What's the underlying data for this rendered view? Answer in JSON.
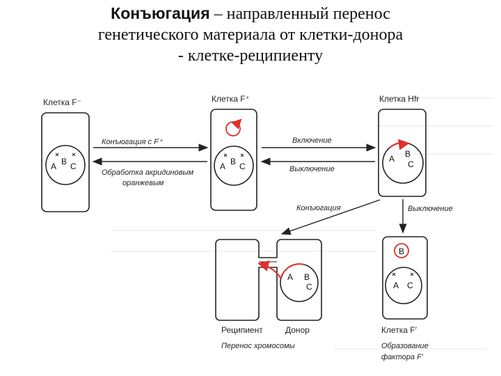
{
  "title": {
    "bold": "Конъюгация",
    "line1_rest": " – направленный перенос",
    "line2": "генетического материала от клетки-донора",
    "line3": "- клетке-реципиенту"
  },
  "cells": {
    "f_minus": "Клетка F⁻",
    "f_plus": "Клетка F⁺",
    "hfr": "Клетка Hfr",
    "recipient": "Реципиент",
    "donor": "Донор",
    "f_prime": "Клетка F′"
  },
  "genes": {
    "a": "A",
    "b": "B",
    "c": "C"
  },
  "arrows": {
    "conjugation_f": "Конъюгация с F⁺",
    "acridine_1": "Обработка акридиновым",
    "acridine_2": "оранжевым",
    "inclusion": "Включение",
    "exclusion_1": "Выключение",
    "conjugation": "Конъюгация",
    "exclusion_2": "Выключение",
    "chromosome_transfer": "Перенос хромосомы",
    "factor_1": "Образование",
    "factor_2": "фактора F′"
  },
  "colors": {
    "plasmid": "#e0302a",
    "ink": "#222222"
  }
}
